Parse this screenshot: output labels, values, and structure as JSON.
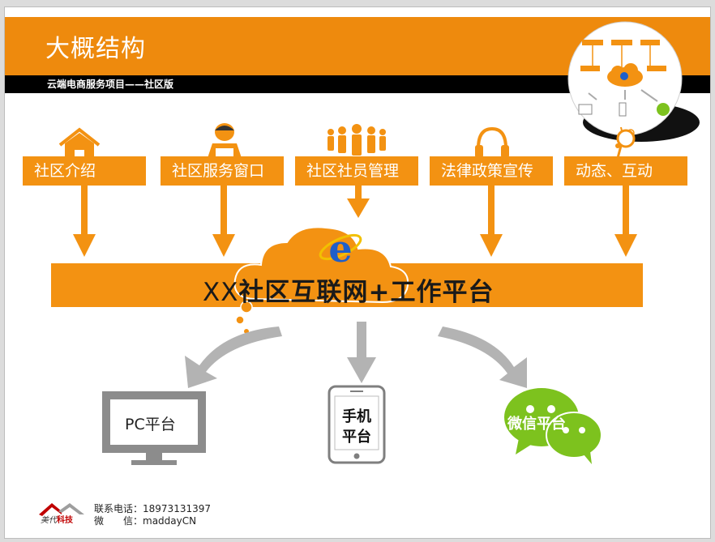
{
  "title": "大概结构",
  "subtitle": "云端电商服务项目——社区版",
  "modules": [
    {
      "label": "社区介绍",
      "icon": "house-icon"
    },
    {
      "label": "社区服务窗口",
      "icon": "service-person-icon"
    },
    {
      "label": "社区社员管理",
      "icon": "people-group-icon"
    },
    {
      "label": "法律政策宣传",
      "icon": "headset-icon"
    },
    {
      "label": "动态、互动",
      "icon": "chat-bubble-icon"
    }
  ],
  "platform": {
    "prefix": "XX",
    "name": "社区互联网+工作平台",
    "icon": "ie-logo-icon"
  },
  "terminals": {
    "pc": "PC平台",
    "mobile": [
      "手机",
      "平台"
    ],
    "wechat": "微信平台"
  },
  "contact": {
    "phone_label": "联系电话：",
    "phone": "18973131397",
    "wechat_label": "微　　信：",
    "wechat": "maddayCN"
  },
  "brand": {
    "script": "美代",
    "name": "科技"
  },
  "colors": {
    "orange": "#ee8a0d",
    "box": "#f39212",
    "gray": "#a6a6a6",
    "wechat": "#7dc21e",
    "ie": "#1e5fc9"
  }
}
